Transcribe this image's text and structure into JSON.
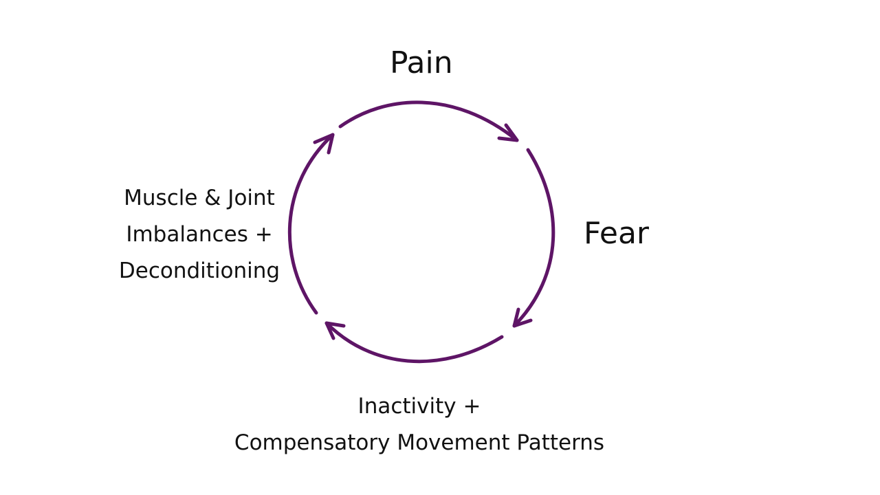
{
  "nodes": {
    "pain": "Pain",
    "fear": "Fear",
    "inactivity": [
      "Inactivity +",
      "Compensatory Movement Patterns"
    ],
    "muscle": [
      "Muscle & Joint",
      "Imbalances +",
      "Deconditioning"
    ]
  },
  "colors": {
    "arrow": "#5e1566",
    "text": "#111111",
    "background": "#ffffff"
  }
}
